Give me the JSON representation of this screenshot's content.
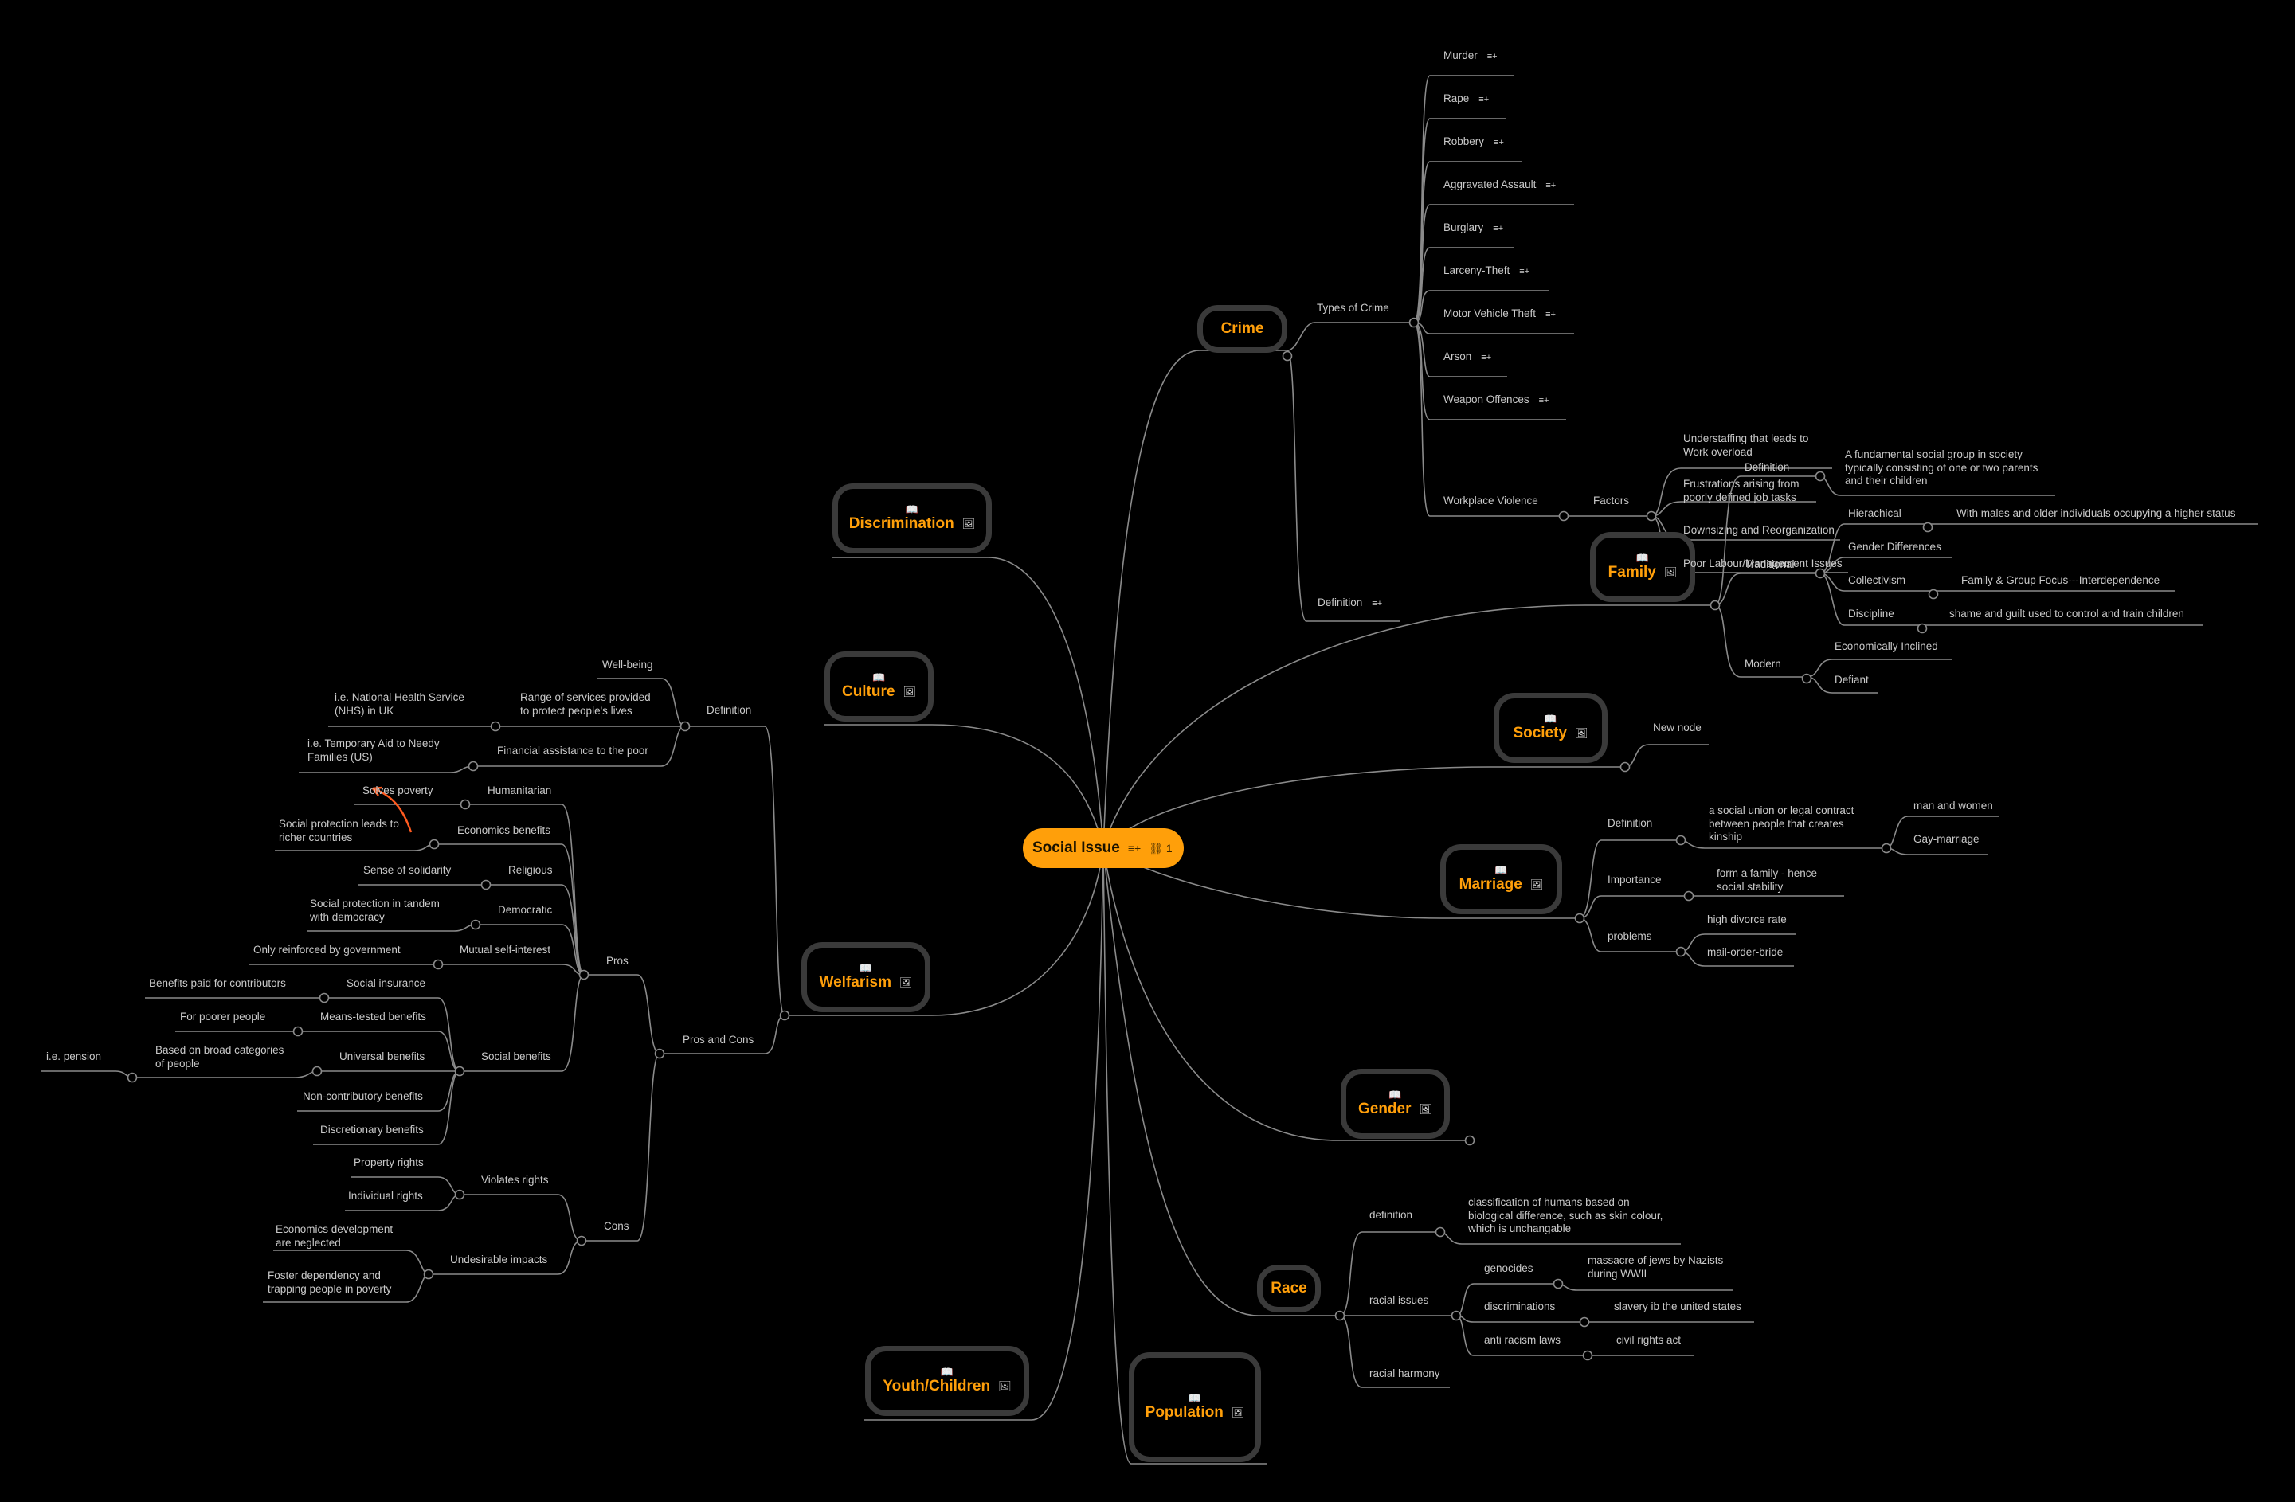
{
  "root": {
    "label": "Social Issue",
    "note_icon": "≡+",
    "link_icon": "⛓ 1"
  },
  "icons": {
    "book": "📖",
    "image": "🖼",
    "note": "≡+"
  },
  "colors": {
    "background": "#000000",
    "accent": "#ff9f0a",
    "line": "#8a8a8a",
    "relation": "#ff5a1f"
  },
  "topics": {
    "crime": "Crime",
    "discrimination": "Discrimination",
    "culture": "Culture",
    "welfarism": "Welfarism",
    "youth": "Youth/Children",
    "population": "Population",
    "race": "Race",
    "gender": "Gender",
    "marriage": "Marriage",
    "society": "Society",
    "family": "Family"
  },
  "crime": {
    "types_label": "Types of Crime",
    "types": [
      "Murder",
      "Rape",
      "Robbery",
      "Aggravated Assault",
      "Burglary",
      "Larceny-Theft",
      "Motor Vehicle Theft",
      "Arson",
      "Weapon Offences"
    ],
    "workplace": "Workplace Violence",
    "factors_label": "Factors",
    "factors": [
      "Understaffing that leads to\nWork overload",
      "Frustrations arising from\npoorly defined job tasks",
      "Downsizing and Reorganization",
      "Poor Labour/Management Issues"
    ],
    "definition": "Definition"
  },
  "family": {
    "definition": "Definition",
    "definition_text": "A fundamental social group in society\ntypically consisting of one or two parents\nand their children",
    "traditional": "Traditional",
    "hierachical": "Hierachical",
    "hierachical_text": "With males and older individuals occupying a higher status",
    "gender_diff": "Gender Differences",
    "collectivism": "Collectivism",
    "collectivism_text": "Family & Group Focus---Interdependence",
    "discipline": "Discipline",
    "discipline_text": "shame and guilt used to control and train children",
    "modern": "Modern",
    "econ_inclined": "Economically Inclined",
    "defiant": "Defiant"
  },
  "society": {
    "new_node": "New node"
  },
  "marriage": {
    "definition": "Definition",
    "definition_text": "a social union or legal contract\nbetween people that creates\nkinship",
    "man_women": "man and women",
    "gay": "Gay-marriage",
    "importance": "Importance",
    "importance_text": "form a family - hence\nsocial stability",
    "problems": "problems",
    "divorce": "high divorce rate",
    "mail_bride": "mail-order-bride"
  },
  "race": {
    "definition": "definition",
    "definition_text": "classification of humans based on\nbiological difference, such as skin colour,\nwhich is unchangable",
    "issues": "racial issues",
    "genocides": "genocides",
    "genocides_text": "massacre of jews by Nazists\nduring WWII",
    "discriminations": "discriminations",
    "discriminations_text": "slavery ib the united states",
    "anti_racism": "anti racism laws",
    "anti_racism_text": "civil rights act",
    "harmony": "racial harmony"
  },
  "welfarism": {
    "definition": "Definition",
    "wellbeing": "Well-being",
    "range": "Range of services provided\nto protect people's lives",
    "nhs": "i.e. National Health Service\n(NHS) in UK",
    "financial": "Financial assistance to the poor",
    "tanf": "i.e. Temporary Aid to Needy\nFamilies (US)",
    "pros_cons": "Pros and Cons",
    "pros": "Pros",
    "humanitarian": "Humanitarian",
    "solves": "Solves poverty",
    "econ_benefits": "Economics benefits",
    "richer": "Social protection leads to\nricher countries",
    "religious": "Religious",
    "solidarity": "Sense of solidarity",
    "democratic": "Democratic",
    "tandem": "Social protection in tandem\nwith democracy",
    "mutual": "Mutual self-interest",
    "reinforced": "Only reinforced by government",
    "social_benefits": "Social benefits",
    "social_insurance": "Social insurance",
    "paid_contrib": "Benefits paid for contributors",
    "means_tested": "Means-tested benefits",
    "poorer": "For poorer people",
    "universal": "Universal benefits",
    "broad": "Based on broad categories\nof people",
    "pension": "i.e. pension",
    "non_contrib": "Non-contributory benefits",
    "discretionary": "Discretionary benefits",
    "cons": "Cons",
    "violates": "Violates rights",
    "property": "Property rights",
    "individual": "Individual rights",
    "undesirable": "Undesirable impacts",
    "econ_dev": "Economics development\nare neglected",
    "dependency": "Foster dependency and\ntrapping people in poverty"
  }
}
